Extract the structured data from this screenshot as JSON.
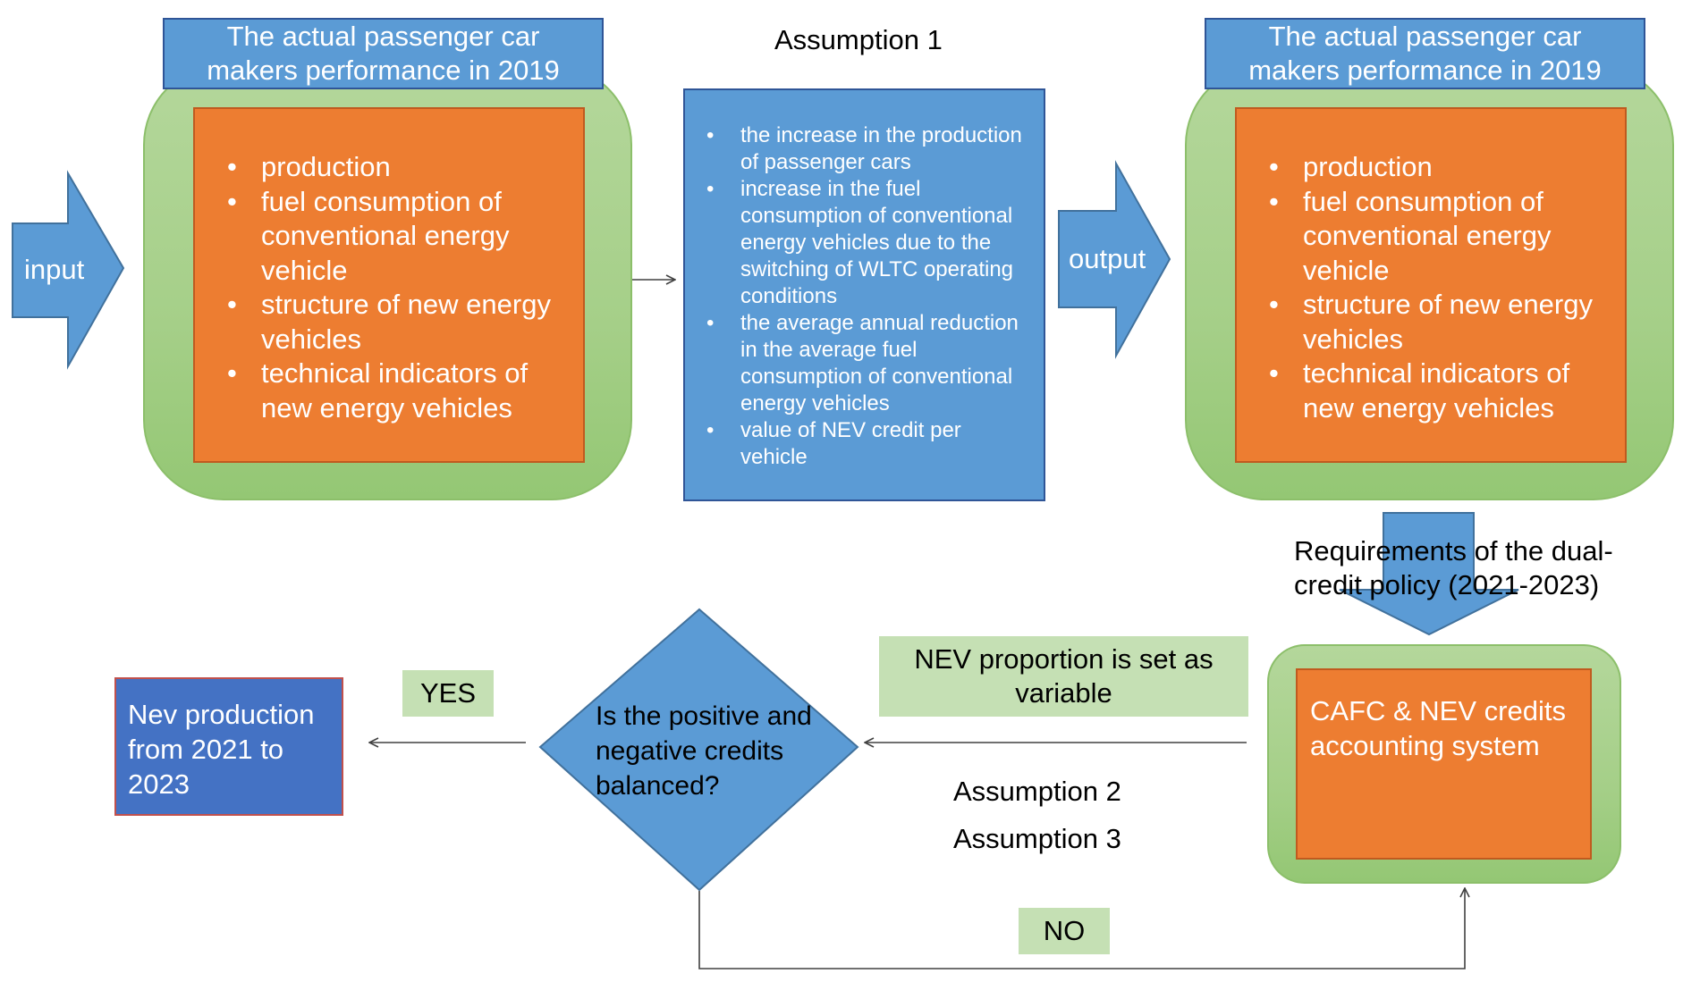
{
  "input_arrow": {
    "label": "input"
  },
  "output_arrow": {
    "label": "output"
  },
  "left_panel": {
    "title": "The actual passenger car\nmakers performance in 2019",
    "items": [
      "production",
      "fuel consumption of conventional energy vehicle",
      "structure of new energy vehicles",
      "technical indicators of new energy vehicles"
    ]
  },
  "assumption1": {
    "heading": "Assumption 1",
    "items": [
      "the increase in the production of passenger cars",
      "increase in the fuel consumption of conventional energy vehicles due to the switching of WLTC operating conditions",
      "the average annual reduction in the average fuel consumption of conventional energy vehicles",
      "value of NEV credit per vehicle"
    ]
  },
  "right_panel": {
    "title": "The actual passenger car\nmakers performance in 2019",
    "items": [
      "production",
      "fuel consumption of conventional energy vehicle",
      "structure of new energy vehicles",
      "technical indicators of new energy vehicles"
    ]
  },
  "requirements_label": "Requirements of the dual-\ncredit policy (2021-2023)",
  "accounting_system": {
    "label": "CAFC  & NEV credits accounting system"
  },
  "nev_proportion_label": "NEV proportion is set as\nvariable",
  "assumption2": "Assumption 2",
  "assumption3": "Assumption 3",
  "decision": {
    "label": "Is the positive and negative credits balanced?"
  },
  "yes_label": "YES",
  "no_label": "NO",
  "result_box": {
    "label": "Nev production from 2021 to 2023"
  },
  "colors": {
    "blue": "#5b9bd5",
    "dark_blue": "#4472c4",
    "orange": "#ed7d31",
    "green": "#a9d18e",
    "light_green": "#c5e0b4"
  }
}
